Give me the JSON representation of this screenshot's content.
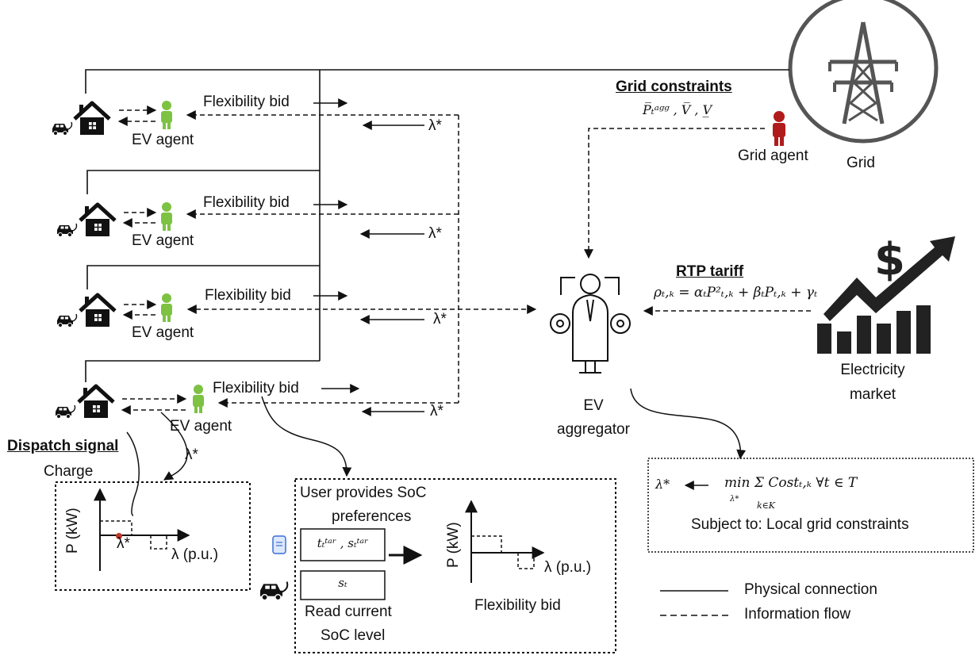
{
  "agents": {
    "ev_agent": "EV agent",
    "grid_agent": "Grid agent",
    "grid": "Grid",
    "aggregator_line1": "EV",
    "aggregator_line2": "aggregator",
    "market_line1": "Electricity",
    "market_line2": "market"
  },
  "flows": {
    "flexibility_bid": "Flexibility bid",
    "lambda_star": "λ*"
  },
  "grid_constraints": {
    "title": "Grid constraints",
    "formula": "P̅ₜᵃᵍᵍ , V̅ , V̲"
  },
  "rtp": {
    "title": "RTP tariff",
    "formula": "ρₜ,ₖ = αₜP²ₜ,ₖ + βₜPₜ,ₖ + γₜ"
  },
  "dispatch": {
    "title": "Dispatch signal",
    "subtitle": "Charge",
    "y_axis": "P (kW)",
    "x_axis": "λ  (p.u.)",
    "lambda_mark": "λ*"
  },
  "user_box": {
    "prefs_line1": "User provides SoC",
    "prefs_line2": "preferences",
    "target_field": "tₜᵗᵃʳ , sₜᵗᵃʳ",
    "soc_field": "sₜ",
    "read_line1": "Read current",
    "read_line2": "SoC level",
    "y_axis": "P (kW)",
    "x_axis": "λ  (p.u.)",
    "bid_caption": "Flexibility bid"
  },
  "optimization": {
    "lambda": "λ*",
    "formula": "min  Σ  Costₜ,ₖ   ∀t ∈ T",
    "min_sub": "λ*",
    "sum_sub": "k∈K",
    "subject": "Subject to: Local grid constraints"
  },
  "legend": {
    "physical": "Physical connection",
    "information": "Information flow"
  },
  "colors": {
    "ev_agent": "#7dc242",
    "grid_agent": "#b01c1c",
    "lambda_dot": "#c0392b",
    "line": "#111111",
    "pylon": "#555555"
  }
}
